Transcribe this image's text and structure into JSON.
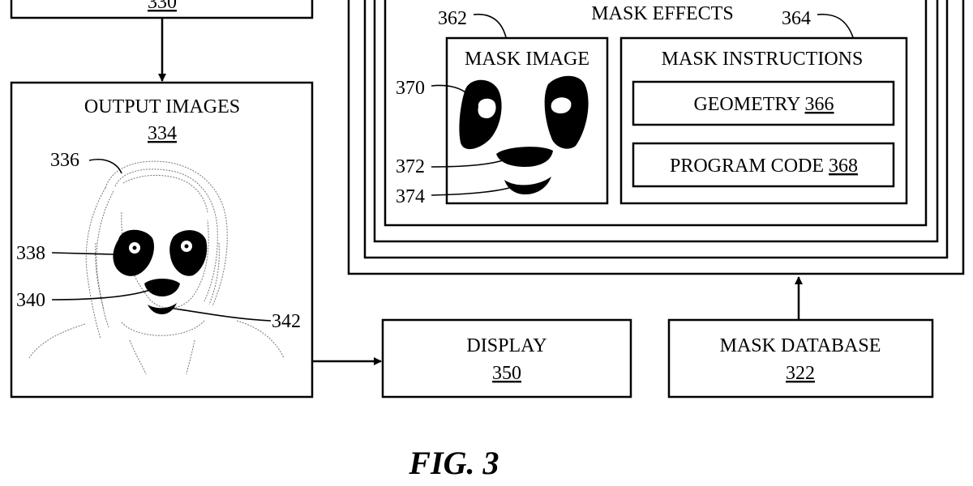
{
  "top_left_box": {
    "ref": "330"
  },
  "output_images": {
    "title": "OUTPUT IMAGES",
    "ref": "334",
    "callouts": [
      "336",
      "338",
      "340",
      "342"
    ]
  },
  "mask_effects": {
    "title": "MASK EFFECTS",
    "mask_image": {
      "title": "MASK IMAGE",
      "ref": "362",
      "callouts": [
        "370",
        "372",
        "374"
      ]
    },
    "mask_instructions": {
      "title": "MASK INSTRUCTIONS",
      "ref": "364",
      "geometry": {
        "label": "GEOMETRY",
        "ref": "366"
      },
      "program_code": {
        "label": "PROGRAM CODE",
        "ref": "368"
      }
    }
  },
  "display": {
    "label": "DISPLAY",
    "ref": "350"
  },
  "mask_database": {
    "label": "MASK DATABASE",
    "ref": "322"
  },
  "figure_label": "FIG. 3",
  "mask_color": "#000000",
  "sketch_color": "#777777"
}
